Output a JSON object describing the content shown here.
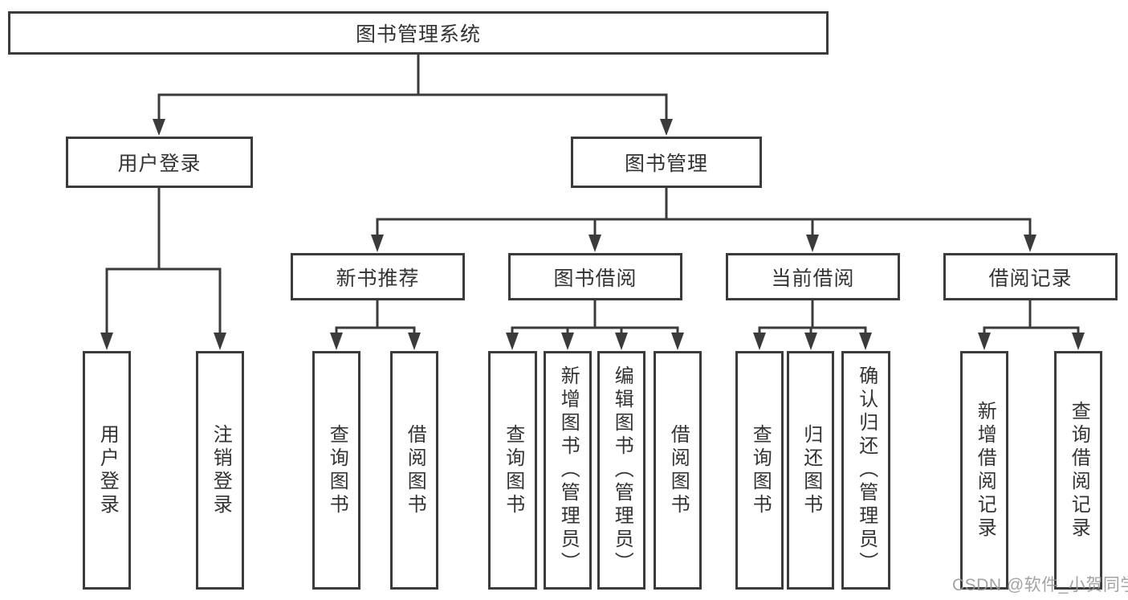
{
  "tree": {
    "root": {
      "label": "图书管理系统"
    },
    "branches": [
      {
        "label": "用户登录",
        "leaves": [
          {
            "label": "用户登录"
          },
          {
            "label": "注销登录"
          }
        ]
      },
      {
        "label": "图书管理",
        "groups": [
          {
            "label": "新书推荐",
            "leaves": [
              {
                "label": "查询图书"
              },
              {
                "label": "借阅图书"
              }
            ]
          },
          {
            "label": "图书借阅",
            "leaves": [
              {
                "label": "查询图书"
              },
              {
                "label": "新增图书（管理员）"
              },
              {
                "label": "编辑图书（管理员）"
              },
              {
                "label": "借阅图书"
              }
            ]
          },
          {
            "label": "当前借阅",
            "leaves": [
              {
                "label": "查询图书"
              },
              {
                "label": "归还图书"
              },
              {
                "label": "确认归还（管理员）"
              }
            ]
          },
          {
            "label": "借阅记录",
            "leaves": [
              {
                "label": "新增借阅记录"
              },
              {
                "label": "查询借阅记录"
              }
            ]
          }
        ]
      }
    ]
  },
  "watermark": "CSDN @软件_小贺同学",
  "colors": {
    "line": "#3b3b3b",
    "text": "#333333",
    "background": "#ffffff",
    "watermark": "#969696"
  }
}
